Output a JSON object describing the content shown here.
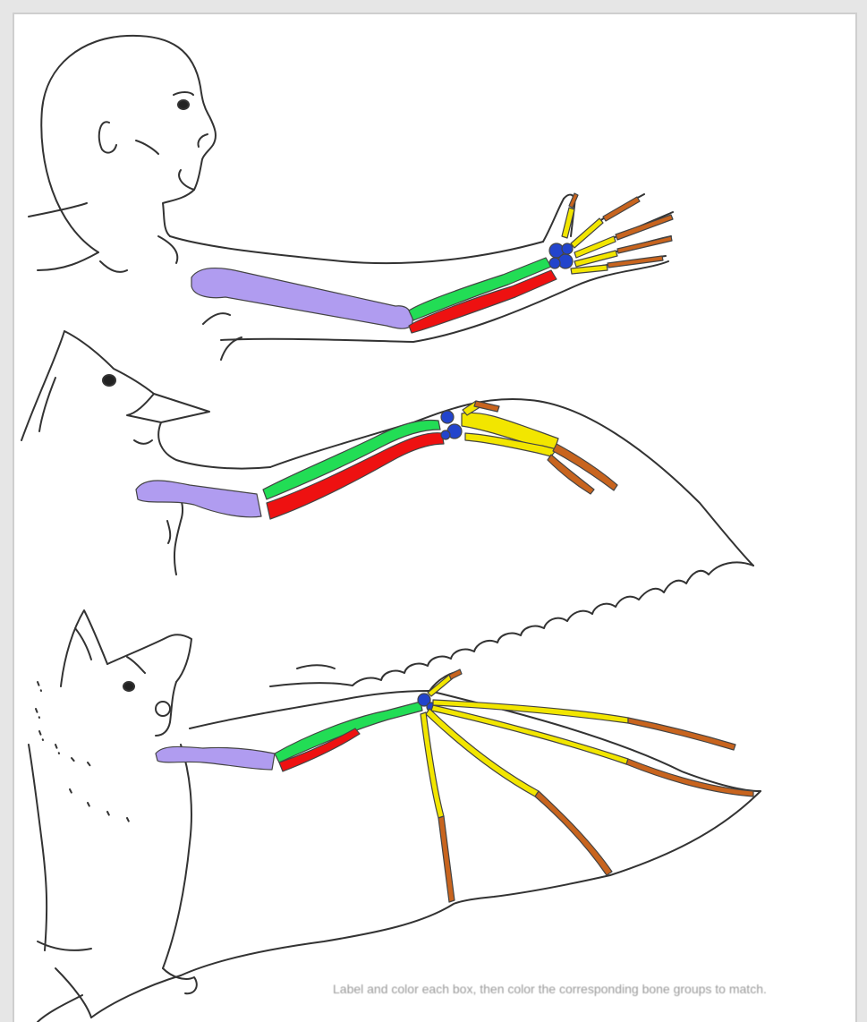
{
  "caption": "Label and color each box, then color the corresponding bone groups to match.",
  "bone_colors": {
    "humerus": "#b09cf0",
    "radius": "#22dd55",
    "ulna": "#ee1111",
    "carpals": "#2244cc",
    "metacarpals": "#f2e600",
    "phalanges": "#c8641e"
  },
  "figures": [
    "human-arm",
    "bird-wing",
    "bat-wing"
  ]
}
